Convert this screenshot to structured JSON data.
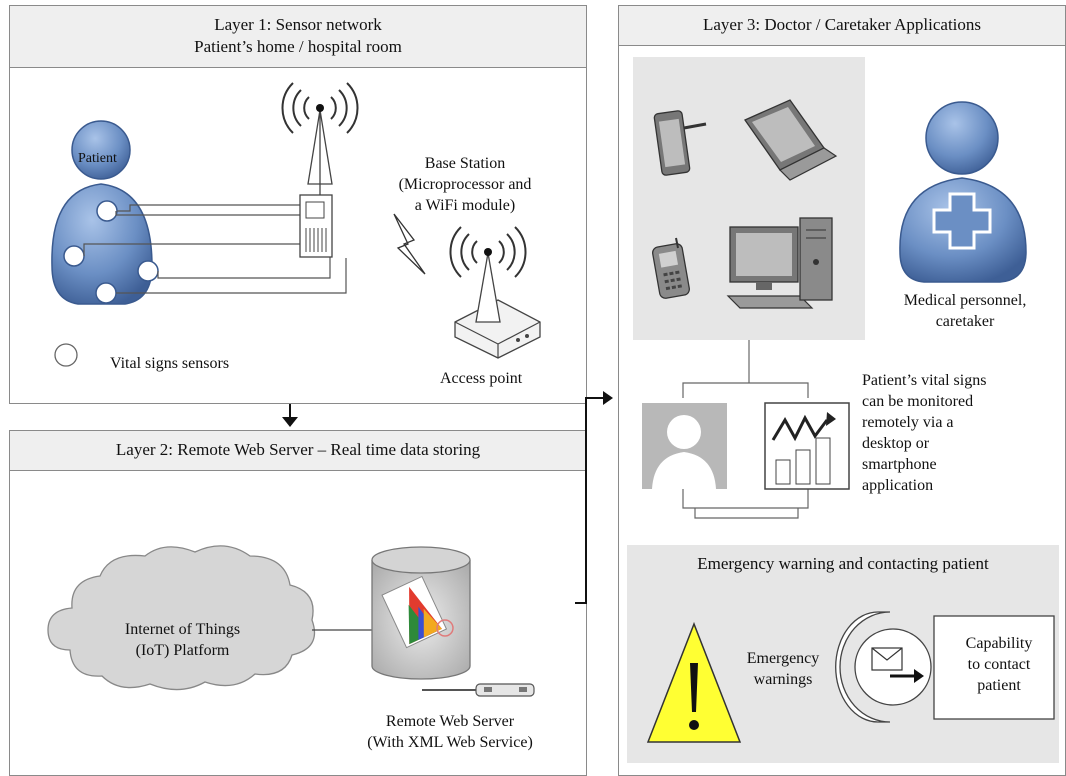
{
  "layer1": {
    "title_line1": "Layer 1: Sensor network",
    "title_line2": "Patient’s home / hospital room",
    "patient_label": "Patient",
    "base_station_line1": "Base Station",
    "base_station_line2": "(Microprocessor and",
    "base_station_line3": "a WiFi module)",
    "legend_label": "Vital signs sensors",
    "access_point_label": "Access point"
  },
  "layer2": {
    "title": "Layer 2: Remote Web Server – Real time data storing",
    "cloud_line1": "Internet of Things",
    "cloud_line2": "(IoT) Platform",
    "server_line1": "Remote Web Server",
    "server_line2": "(With XML Web Service)"
  },
  "layer3": {
    "title": "Layer 3: Doctor / Caretaker Applications",
    "medical_line1": "Medical personnel,",
    "medical_line2": "caretaker",
    "monitor_lines": [
      "Patient’s vital signs",
      "can be monitored",
      "remotely via a",
      "desktop or",
      "smartphone",
      "application"
    ],
    "emergency_title": "Emergency warning and contacting patient",
    "warnings_line1": "Emergency",
    "warnings_line2": "warnings",
    "contact_lines": [
      "Capability",
      "to contact",
      "patient"
    ]
  },
  "colors": {
    "header_bg": "#efefef",
    "person_blue": "#6b8fc4",
    "panel_gray": "#e6e6e6",
    "cloud_gray": "#d9d9d9",
    "warning_yellow": "#ffff33"
  }
}
